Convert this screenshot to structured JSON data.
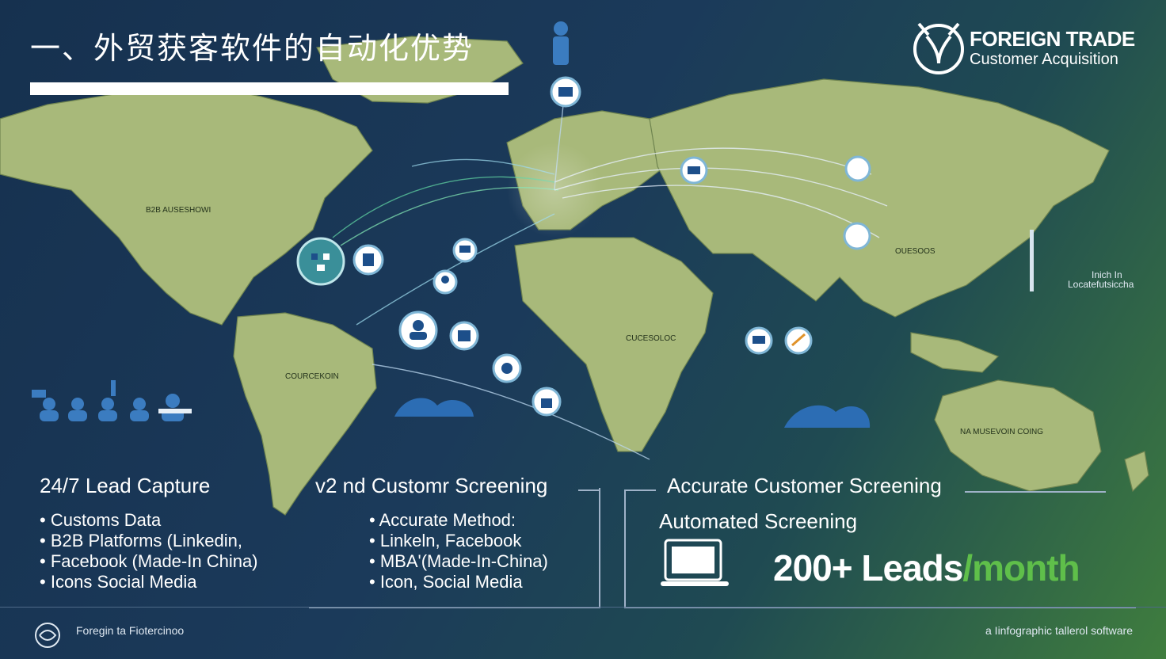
{
  "header": {
    "title": "一、外贸获客软件的自动化优势"
  },
  "logo": {
    "title": "FOREIGN TRADE",
    "subtitle": "Customer Acquisition",
    "accent": "#ffffff"
  },
  "map_labels": {
    "north_america": "B2B AUSESHOWI",
    "south_america": "COURCEKOIN",
    "africa": "CUCESOLOC",
    "asia": "OUESOOS",
    "australia": "NA MUSEVOIN COING",
    "east_top": "Inich In",
    "east_bottom": "Locatefutsiccha"
  },
  "panels": {
    "left": {
      "title": "24/7 Lead Capture",
      "items": [
        "Customs Data",
        "B2B Platforms  (Linkedin,",
        "Facebook  (Made-In China)",
        "Icons  Social Media"
      ]
    },
    "middle": {
      "title": "v2 nd Customr Screening",
      "items": [
        "Accurate Method:",
        "Linkeln,  Facebook",
        "MBA'(Made-In-China)",
        "Icon,  Social Media"
      ]
    },
    "right": {
      "title": "Accurate Customer Screening",
      "subtitle": "Automated Screening",
      "stat_value": "200+ Leads",
      "stat_unit": "/month"
    }
  },
  "footer": {
    "brand": "Foregin ta Fiotercinoo",
    "tagline": "a Iinfographic tallerol software"
  },
  "colors": {
    "background": "#16314f",
    "land": "#a8b97a",
    "accent_green": "#5fbf4a",
    "accent_blue": "#1d4f8a",
    "text": "#ffffff"
  },
  "icons": [
    "network-icon",
    "laptop-icon",
    "people-icon",
    "cloud-icon",
    "leaf-logo-icon",
    "globe-icon"
  ]
}
